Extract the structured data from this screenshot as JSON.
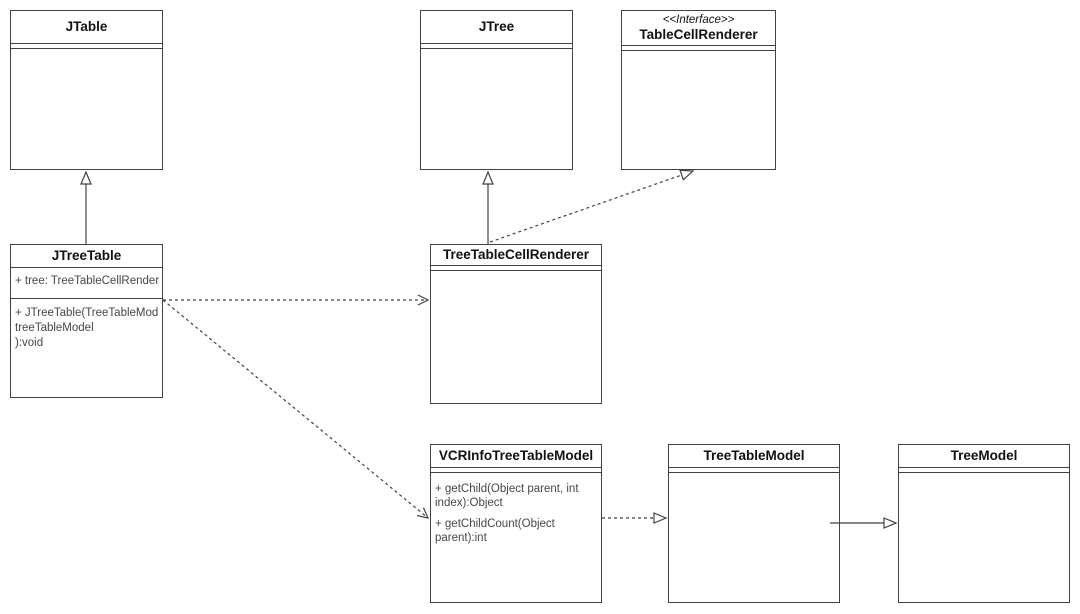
{
  "diagram": {
    "type": "uml-class-diagram",
    "colors": {
      "background": "#ffffff",
      "line": "#424242",
      "title_text": "#111111",
      "body_text": "#474747"
    },
    "classes": [
      {
        "name": "JTable",
        "stereotype": "",
        "attributes": [],
        "methods": []
      },
      {
        "name": "JTree",
        "stereotype": "",
        "attributes": [],
        "methods": []
      },
      {
        "name": "TableCellRenderer",
        "stereotype": "<<Interface>>",
        "attributes": [],
        "methods": []
      },
      {
        "name": "JTreeTable",
        "stereotype": "",
        "attributes": [
          "+ tree: TreeTableCellRender"
        ],
        "methods": [
          [
            "+ JTreeTable(TreeTableMod",
            "treeTableModel",
            "):void"
          ]
        ]
      },
      {
        "name": "TreeTableCellRenderer",
        "stereotype": "",
        "attributes": [],
        "methods": []
      },
      {
        "name": "VCRInfoTreeTableModel",
        "stereotype": "",
        "attributes": [],
        "methods": [
          [
            "+ getChild(Object parent, int",
            "index):Object"
          ],
          [
            "+ getChildCount(Object",
            "parent):int"
          ]
        ]
      },
      {
        "name": "TreeTableModel",
        "stereotype": "",
        "attributes": [],
        "methods": []
      },
      {
        "name": "TreeModel",
        "stereotype": "",
        "attributes": [],
        "methods": []
      }
    ],
    "relationships": [
      {
        "from": "JTreeTable",
        "to": "JTable",
        "type": "generalization",
        "line": "solid",
        "arrowhead": "hollow-triangle"
      },
      {
        "from": "TreeTableCellRenderer",
        "to": "JTree",
        "type": "generalization",
        "line": "solid",
        "arrowhead": "hollow-triangle"
      },
      {
        "from": "TreeTableCellRenderer",
        "to": "TableCellRenderer",
        "type": "realization",
        "line": "dashed",
        "arrowhead": "hollow-triangle"
      },
      {
        "from": "JTreeTable",
        "to": "TreeTableCellRenderer",
        "type": "dependency",
        "line": "dashed",
        "arrowhead": "open"
      },
      {
        "from": "JTreeTable",
        "to": "VCRInfoTreeTableModel",
        "type": "dependency",
        "line": "dashed",
        "arrowhead": "open"
      },
      {
        "from": "VCRInfoTreeTableModel",
        "to": "TreeTableModel",
        "type": "realization",
        "line": "dashed",
        "arrowhead": "hollow-triangle"
      },
      {
        "from": "TreeTableModel",
        "to": "TreeModel",
        "type": "generalization",
        "line": "solid",
        "arrowhead": "hollow-triangle"
      }
    ]
  }
}
